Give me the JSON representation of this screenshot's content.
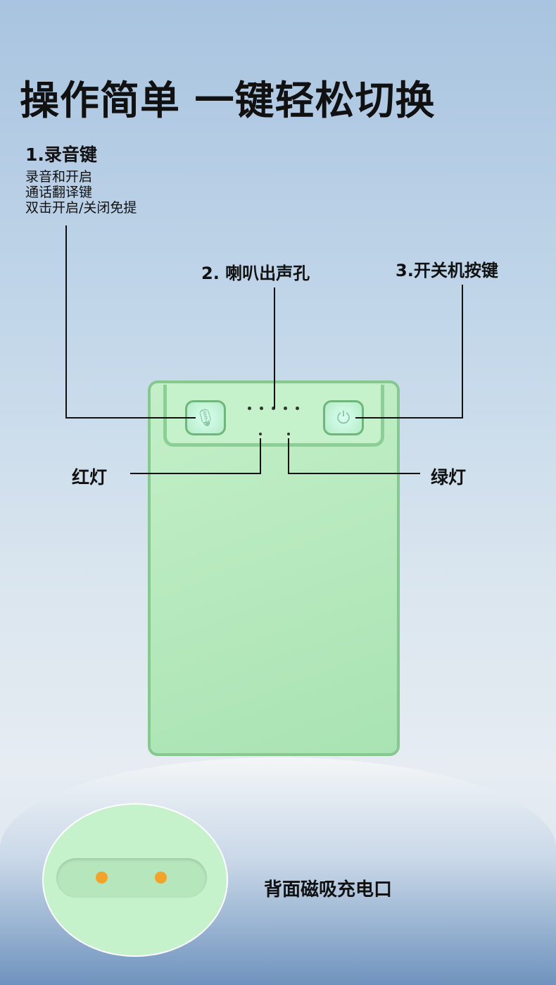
{
  "title": "操作简单 一键轻松切换",
  "callouts": {
    "record": {
      "heading": "1.录音键",
      "lines": [
        "录音和开启",
        "通话翻译键",
        "双击开启/关闭免提"
      ]
    },
    "speaker": "2. 喇叭出声孔",
    "power": "3.开关机按键",
    "red_light": "红灯",
    "green_light": "绿灯",
    "charging": "背面磁吸充电口"
  },
  "colors": {
    "device": "#b4e8bc",
    "pin": "#f2a42a"
  }
}
